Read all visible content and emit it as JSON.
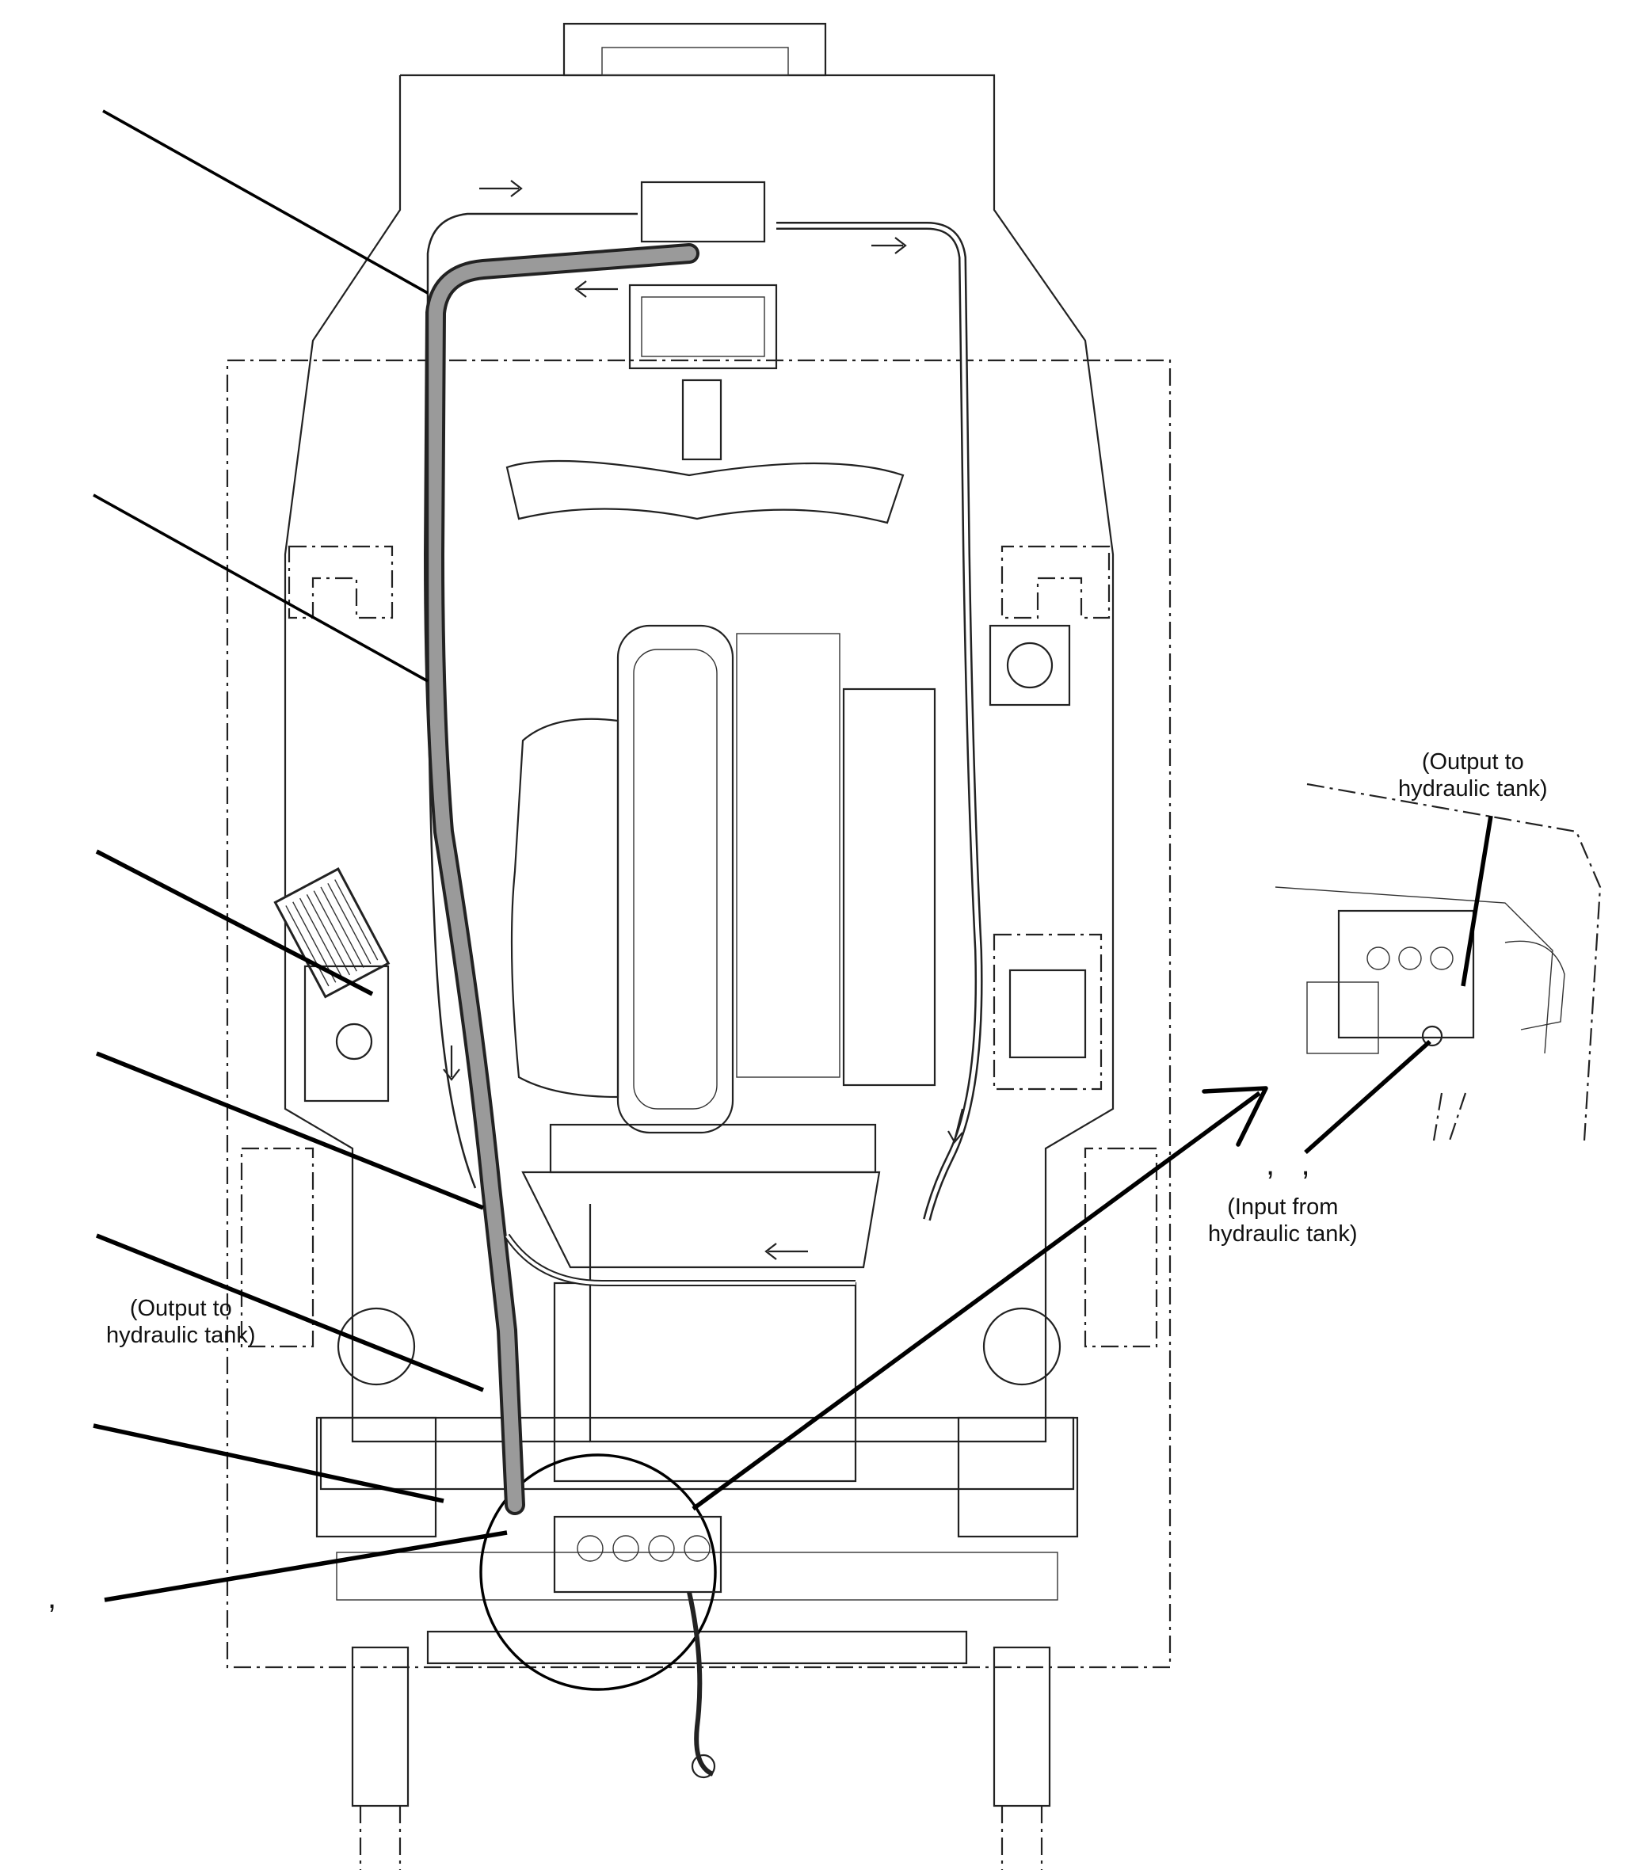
{
  "labels": {
    "output_tank_left": [
      "(Output to",
      "hydraulic tank)"
    ],
    "output_tank_right": [
      "(Output to",
      "hydraulic tank)"
    ],
    "input_tank_right": [
      "(Input from",
      "hydraulic tank)"
    ],
    "stray_commas_right": ",   ,",
    "stray_comma_left": ","
  },
  "colors": {
    "line": "#222222",
    "hose_fill": "#9a9a9a",
    "background": "#ffffff"
  }
}
